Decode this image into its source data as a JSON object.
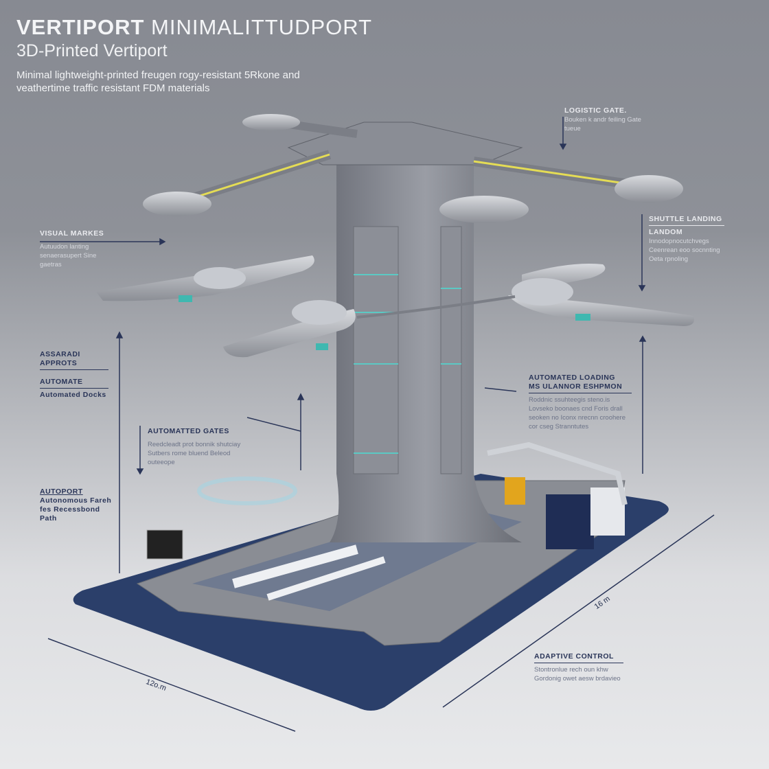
{
  "header": {
    "title_bold": "VERTIPORT",
    "title_light": "MINIMALITTUDPORT",
    "subtitle": "3D-Printed Vertiport",
    "description": "Minimal lightweight-printed freugen rogy-resistant 5Rkone and veathertime traffic resistant FDM materials"
  },
  "callouts": [
    {
      "id": "logistic-gate",
      "heading": "LOGISTIC GATE.",
      "body": "Bouken k andr feiling Gate tueue"
    },
    {
      "id": "shuttle-landing",
      "heading": "SHUTTLE LANDING",
      "subheading": "LANDOM",
      "body": "Innodopnocutchvegs Ceenrean eoo socnnting Oeta rpnoling"
    },
    {
      "id": "visual-markers",
      "heading": "VISUAL MARKES",
      "body": "Autuudon lanting senaerasupert Sine gaetras"
    },
    {
      "id": "approach-paths",
      "heading": "ASSARADI  APPROTS",
      "body": ""
    },
    {
      "id": "automated-docks",
      "heading": "AUTOMATE",
      "body": "Automated Docks"
    },
    {
      "id": "automated-gates",
      "heading": "AUTOMATTED GATES",
      "body": "Reedcleadt prot bonnik shutciay Sutbers rome bluend Beleod outeeope"
    },
    {
      "id": "automated-loading",
      "heading": "AUTOMATED LOADING",
      "subheading": "MS ULANNOR ESHPMON",
      "body": "Roddnic ssuhteegis steno.is Lovseko boonaes cnd Foris drall seoken no Iconx nrecnn croohere cor cseg Stranntutes"
    },
    {
      "id": "autoport",
      "heading": "AUTOPORT",
      "body": "Autonomous Fareh fes Recessbond Path"
    },
    {
      "id": "adaptive-control",
      "heading": "ADAPTIVE CONTROL",
      "body": "Stontronlue rech oun khw Gordonig owet aesw brdavieo"
    }
  ],
  "dimensions": {
    "width_label": "12o.m",
    "depth_label": "16 m"
  },
  "colors": {
    "platform": "#2b3f6a",
    "tower": "#7d8089",
    "accent_yellow": "#e4dc55",
    "accent_teal": "#3fb8b0",
    "line": "#2a3558"
  }
}
